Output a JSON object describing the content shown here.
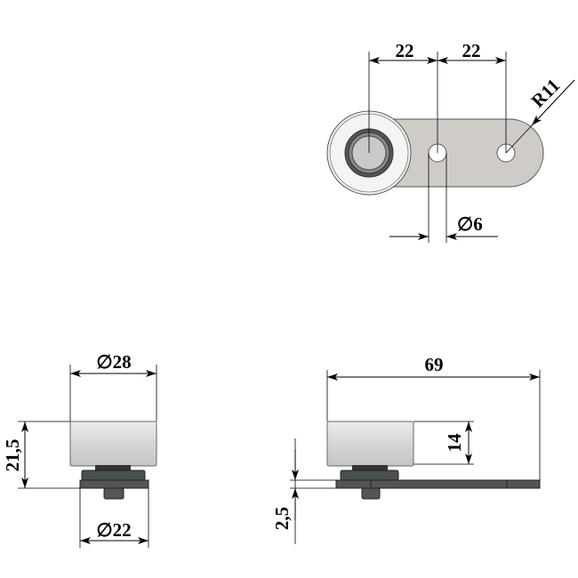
{
  "drawing": {
    "top_view": {
      "dim_left": "22",
      "dim_right": "22",
      "radius": "R11",
      "hole_diameter": "∅6"
    },
    "side_view_left": {
      "diameter_top": "∅28",
      "height": "21,5",
      "diameter_bottom": "∅22"
    },
    "side_view_right": {
      "length": "69",
      "body_height": "14",
      "plate_thickness": "2,5"
    }
  },
  "colors": {
    "plate": "#cfccc8",
    "bearing_body": "#d9d9d9",
    "dark_part": "#4a4a4a"
  }
}
